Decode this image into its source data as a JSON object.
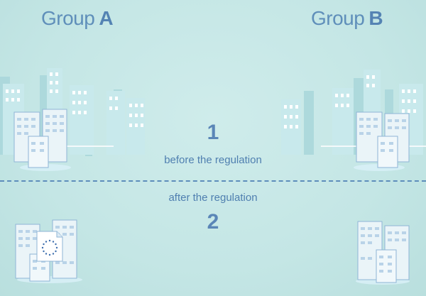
{
  "groups": {
    "a": {
      "prefix": "Group",
      "letter": "A"
    },
    "b": {
      "prefix": "Group",
      "letter": "B"
    }
  },
  "stages": {
    "before": {
      "number": "1",
      "label": "before the regulation"
    },
    "after": {
      "number": "2",
      "label": "after the regulation"
    }
  },
  "colors": {
    "background": "#c4e6e5",
    "title_text": "#5f8fba",
    "accent_text": "#5483b3",
    "divider": "#5d8dbb",
    "building_fill": "#e9f4f8",
    "building_back": "#a8d6da",
    "window": "#ffffff",
    "eu_stars": "#3f6fae"
  },
  "icons": {
    "document": "eu-document-icon"
  }
}
